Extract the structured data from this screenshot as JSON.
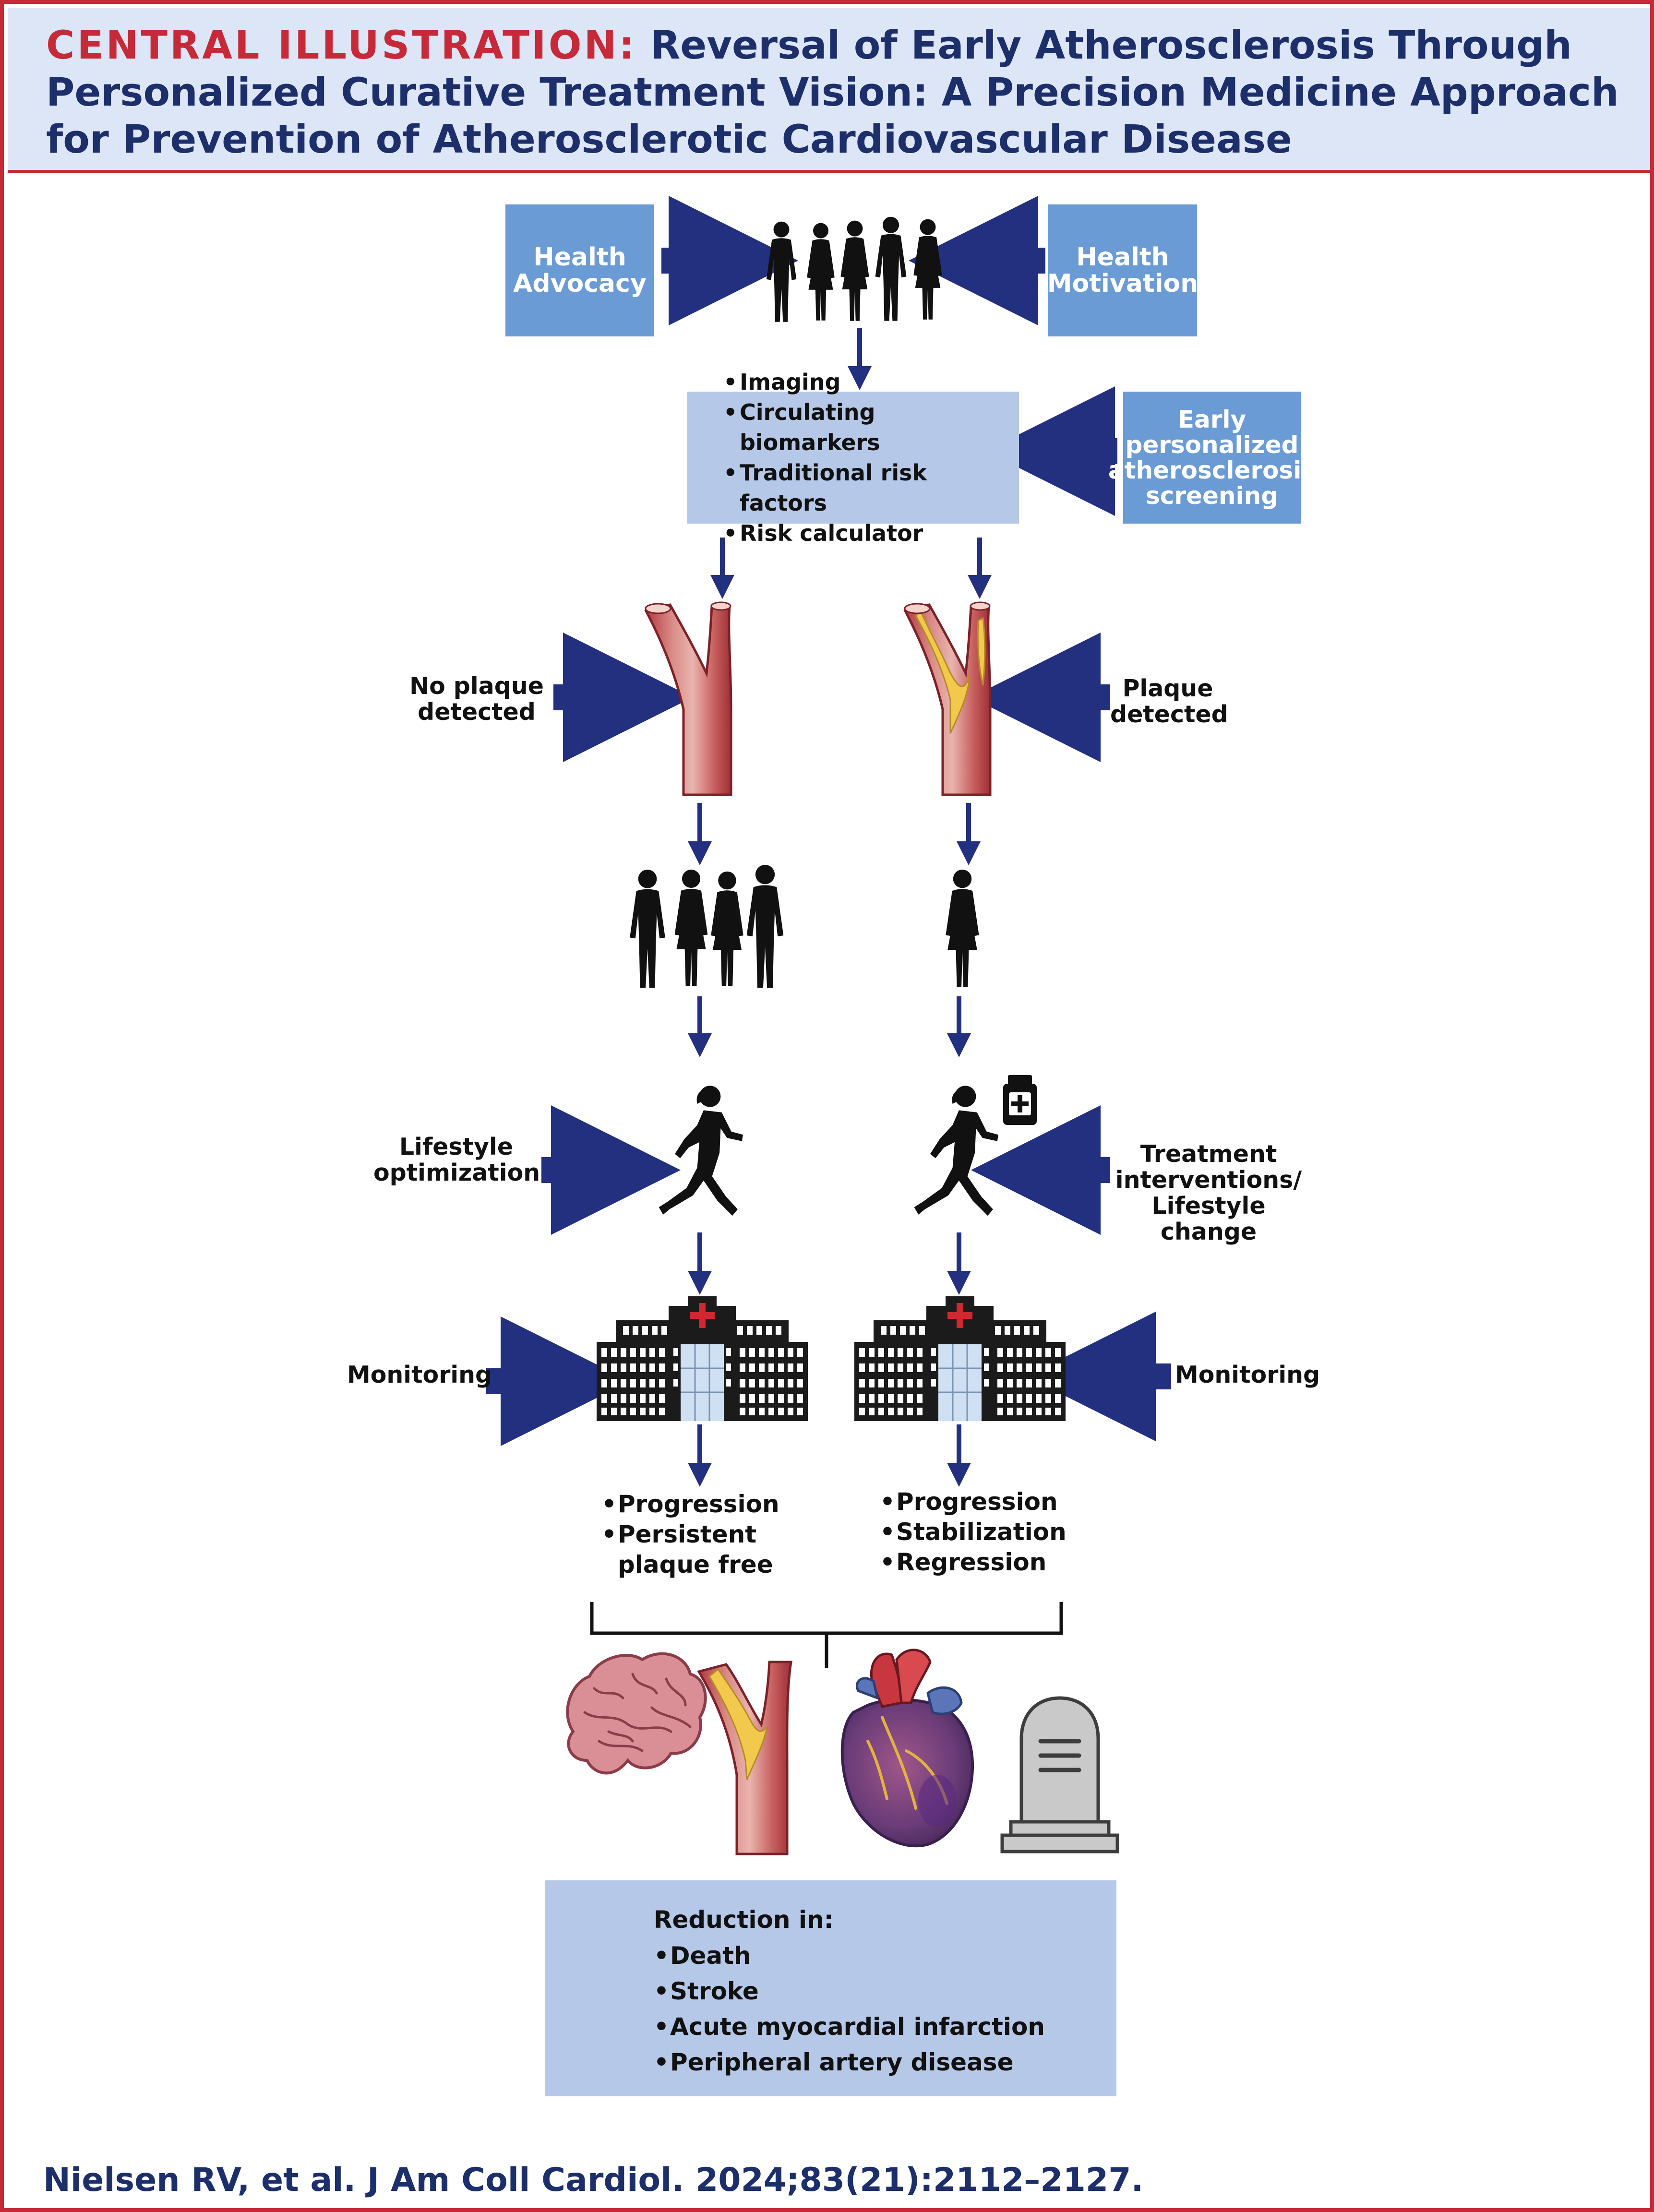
{
  "header": {
    "label": "CENTRAL ILLUSTRATION:",
    "title": " Reversal of Early Atherosclerosis Through Personalized Curative Treatment Vision: A Precision Medicine Approach for Prevention of Atherosclerotic Cardiovascular Disease"
  },
  "top": {
    "advocacy": [
      "Health",
      "Advocacy"
    ],
    "motivation": [
      "Health",
      "Motivation"
    ]
  },
  "screening": {
    "items": [
      "Imaging",
      "Circulating biomarkers",
      "Traditional risk factors",
      "Risk calculator"
    ],
    "side_box": [
      "Early",
      "personalized",
      "atherosclerosis",
      "screening"
    ]
  },
  "left_branch": {
    "detection": [
      "No plaque",
      "detected"
    ],
    "lifestyle": [
      "Lifestyle",
      "optimization"
    ],
    "monitoring": "Monitoring",
    "outcomes": [
      "Progression",
      "Persistent plaque free"
    ]
  },
  "right_branch": {
    "detection": [
      "Plaque",
      "detected"
    ],
    "treatment": [
      "Treatment",
      "interventions/",
      "Lifestyle change"
    ],
    "monitoring": "Monitoring",
    "outcomes": [
      "Progression",
      "Stabilization",
      "Regression"
    ]
  },
  "reduction": {
    "title": "Reduction in:",
    "items": [
      "Death",
      "Stroke",
      "Acute myocardial infarction",
      "Peripheral artery disease"
    ]
  },
  "citation": "Nielsen RV, et al. J Am Coll Cardiol. 2024;83(21):2112–2127.",
  "colors": {
    "accent_red": "#c62a39",
    "navy": "#23307f",
    "box_medium": "#6b9bd5",
    "box_light": "#b6c8e8",
    "header_bg": "#dde6f6"
  },
  "icons": [
    "people-group-icon",
    "artery-icon",
    "plaque-artery-icon",
    "runner-icon",
    "medicine-bottle-icon",
    "hospital-icon",
    "brain-icon",
    "heart-icon",
    "tombstone-icon"
  ]
}
